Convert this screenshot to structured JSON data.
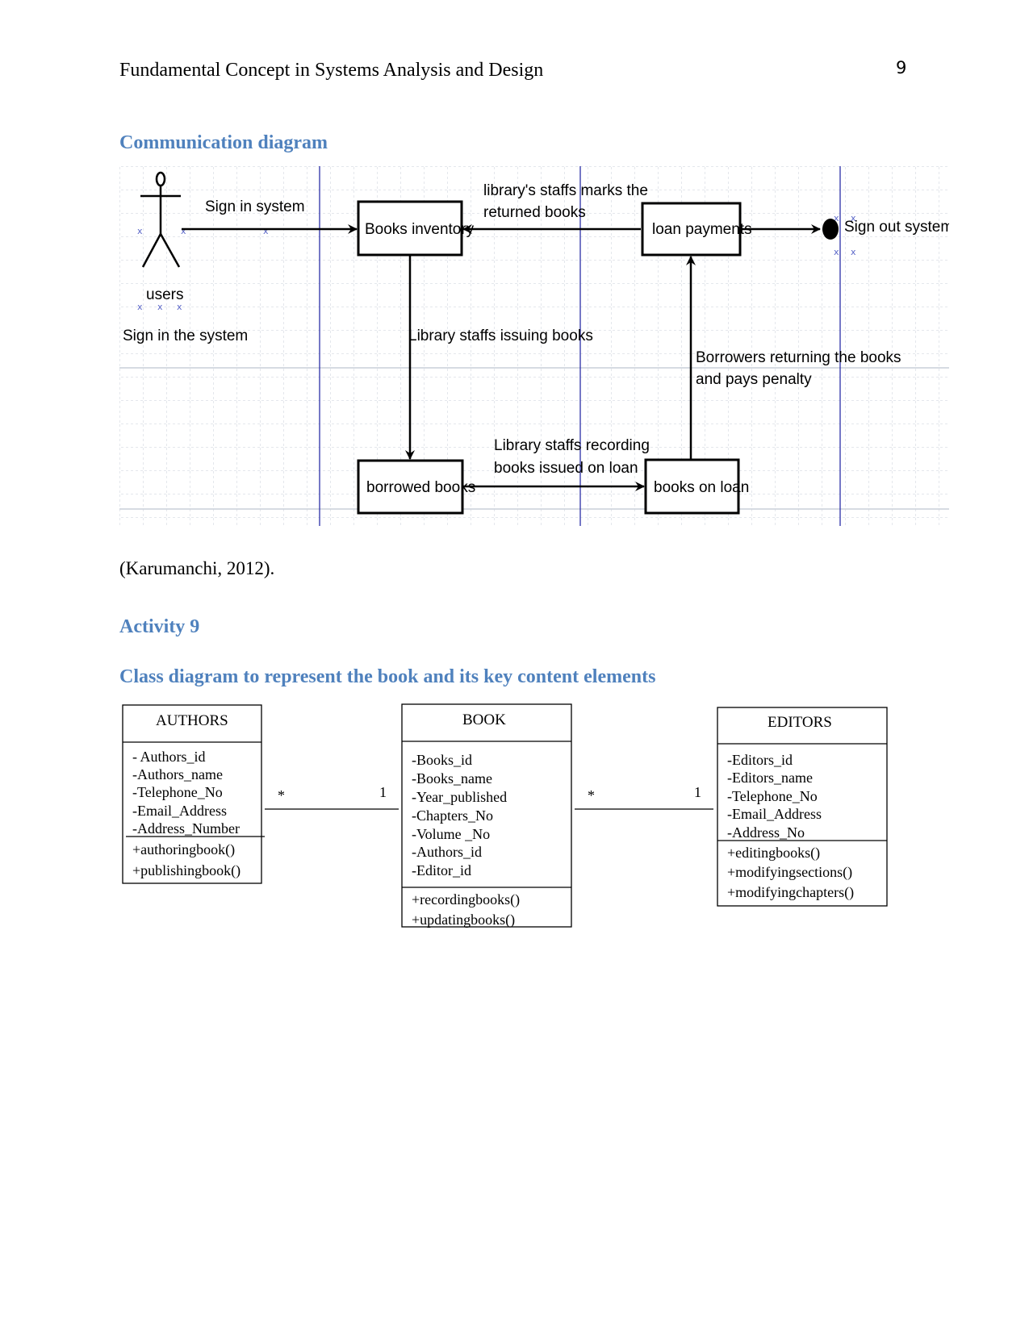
{
  "header": {
    "title": "Fundamental Concept in Systems Analysis and Design",
    "page_number": "9"
  },
  "sections": {
    "communication_heading": "Communication diagram",
    "citation": "(Karumanchi, 2012).",
    "activity_heading": "Activity 9",
    "class_heading": "Class diagram to represent the book and its key content elements"
  },
  "communication_diagram": {
    "actor_label": "users",
    "actor_caption": "Sign in the system",
    "boxes": {
      "books_inventory": "Books inventory",
      "loan_payments": "loan payments",
      "borrowed_books": "borrowed books",
      "books_on_loan": "books on loan"
    },
    "messages": {
      "sign_in": "Sign in system",
      "marks_returned_1": "library's staffs marks the",
      "marks_returned_2": "returned books",
      "issuing": "Library staffs issuing books",
      "returning_1": "Borrowers returning the books",
      "returning_2": "and pays penalty",
      "recording_1": "Library staffs recording",
      "recording_2": "books issued on loan",
      "sign_out": "Sign out system"
    }
  },
  "class_diagram": {
    "authors": {
      "name": "AUTHORS",
      "attributes": [
        "- Authors_id",
        "-Authors_name",
        "-Telephone_No",
        "-Email_Address",
        "-Address_Number"
      ],
      "methods": [
        "+authoringbook()",
        "+publishingbook()"
      ]
    },
    "book": {
      "name": "BOOK",
      "attributes": [
        "-Books_id",
        "-Books_name",
        "-Year_published",
        "-Chapters_No",
        "-Volume _No",
        "-Authors_id",
        "-Editor_id"
      ],
      "methods": [
        "+recordingbooks()",
        "+updatingbooks()"
      ]
    },
    "editors": {
      "name": "EDITORS",
      "attributes": [
        "-Editors_id",
        "-Editors_name",
        "-Telephone_No",
        "-Email_Address",
        "-Address_No"
      ],
      "methods": [
        "+editingbooks()",
        "+modifyingsections()",
        "+modifyingchapters()"
      ]
    },
    "associations": {
      "authors_book": {
        "left": "*",
        "right": "1"
      },
      "book_editors": {
        "left": "*",
        "right": "1"
      }
    }
  }
}
